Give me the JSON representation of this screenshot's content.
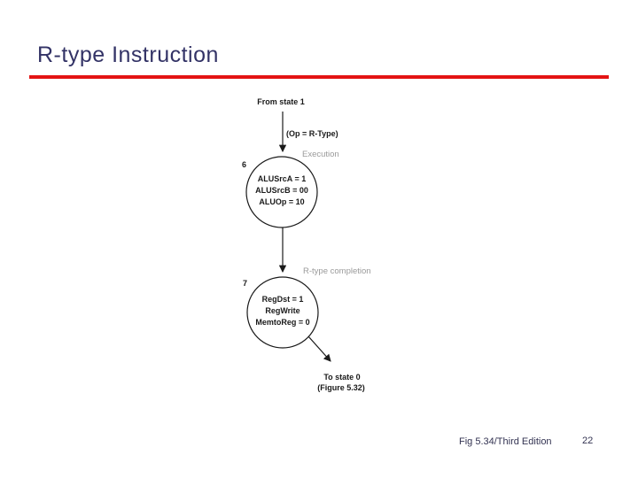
{
  "slide": {
    "title": "R-type Instruction",
    "colors": {
      "title": "#333366",
      "accent_rule": "#e41414",
      "diagram_ink": "#1a1a1a",
      "side_label_gray": "#9a9a9a",
      "footer": "#333352"
    }
  },
  "diagram": {
    "from_label": "From state 1",
    "condition_label": "(Op = R-Type)",
    "state6": {
      "number": "6",
      "side_label": "Execution",
      "lines": [
        "ALUSrcA = 1",
        "ALUSrcB = 00",
        "ALUOp = 10"
      ]
    },
    "state7": {
      "number": "7",
      "side_label": "R-type completion",
      "lines": [
        "RegDst = 1",
        "RegWrite",
        "MemtoReg = 0"
      ]
    },
    "to_label": "To state 0",
    "to_sublabel": "(Figure 5.32)"
  },
  "footer": {
    "caption": "Fig 5.34/Third Edition",
    "page_number": "22"
  }
}
